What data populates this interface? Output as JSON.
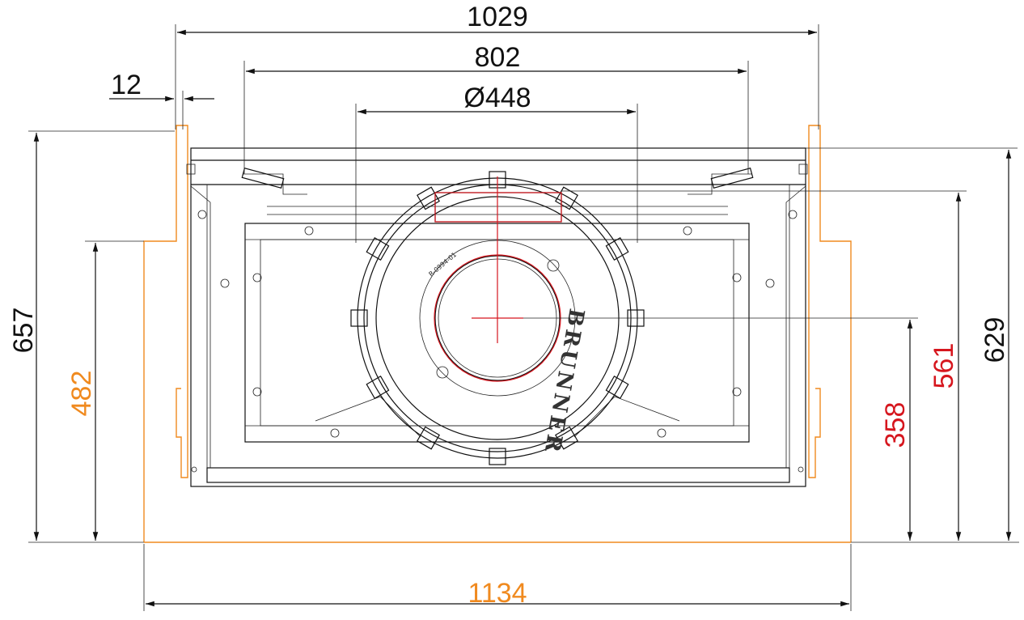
{
  "dimensions": {
    "top_width": "1029",
    "inner_width": "802",
    "diameter": "Ø448",
    "offset": "12",
    "left_height": "657",
    "left_inner_height": "482",
    "bottom_width": "1134",
    "right_center_height": "358",
    "right_mid_height": "561",
    "right_height": "629"
  },
  "labels": {
    "brand": "BRUNNER",
    "part_code": "R-0994-01"
  },
  "colors": {
    "black": "#111111",
    "orange": "#f08a1f",
    "red": "#d6161e"
  }
}
